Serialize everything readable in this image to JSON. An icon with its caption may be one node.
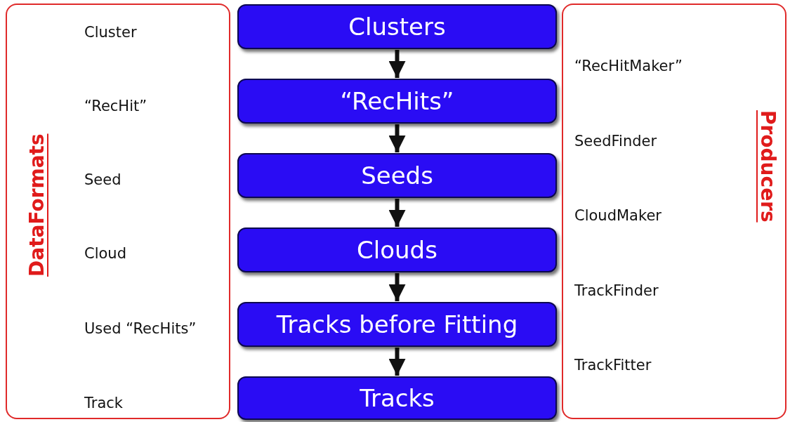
{
  "diagram": {
    "nodes": [
      {
        "text": [
          "DataFormats",
          "Cluster",
          "“RecHit”",
          "Seed",
          "Cloud",
          "Used “RecHits”",
          "Track"
        ]
      },
      {
        "text": [
          "Clusters"
        ]
      },
      {
        "text": [
          "“RecHits”"
        ]
      },
      {
        "text": [
          "Seeds"
        ]
      },
      {
        "text": [
          "Clouds"
        ]
      },
      {
        "text": [
          "Tracks before Fitting"
        ]
      },
      {
        "text": [
          "Tracks"
        ]
      },
      {
        "text": [
          "Producers",
          "“RecHitMaker”",
          "SeedFinder",
          "CloudMaker",
          "TrackFinder",
          "TrackFitter"
        ]
      }
    ],
    "edges": [
      {
        "from": 1,
        "to": 2,
        "arrow": "to"
      },
      {
        "from": 2,
        "to": 3,
        "arrow": "to"
      },
      {
        "from": 3,
        "to": 4,
        "arrow": "to"
      },
      {
        "from": 4,
        "to": 5,
        "arrow": "to"
      },
      {
        "from": 5,
        "to": 6,
        "arrow": "to"
      }
    ]
  }
}
